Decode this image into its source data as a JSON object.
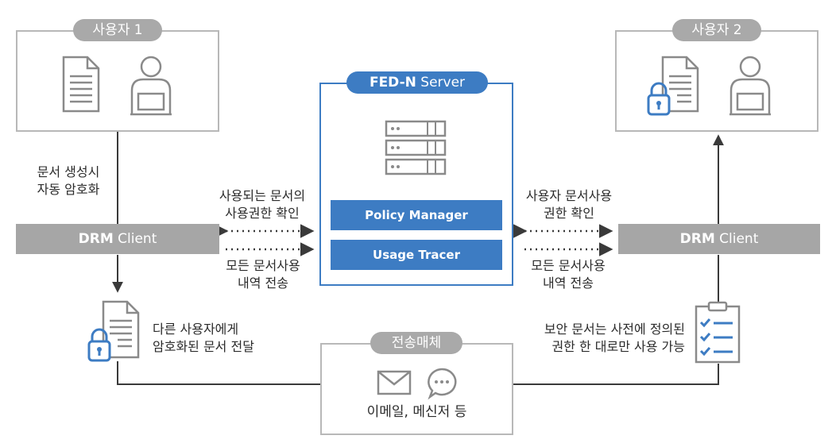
{
  "user1": {
    "label": "사용자 1"
  },
  "user2": {
    "label": "사용자 2"
  },
  "server": {
    "label_bold": "FED-N",
    "label_rest": " Server",
    "modules": [
      "Policy Manager",
      "Usage Tracer"
    ]
  },
  "drm_left": {
    "bold": "DRM",
    "rest": " Client"
  },
  "drm_right": {
    "bold": "DRM",
    "rest": " Client"
  },
  "medium": {
    "label": "전송매체",
    "caption": "이메일, 메신저 등"
  },
  "texts": {
    "auto_encrypt_1": "문서 생성시",
    "auto_encrypt_2": "자동 암호화",
    "left_top_1": "사용되는 문서의",
    "left_top_2": "사용권한 확인",
    "left_bottom_1": "모든 문서사용",
    "left_bottom_2": "내역 전송",
    "right_top_1": "사용자 문서사용",
    "right_top_2": "권한 확인",
    "right_bottom_1": "모든 문서사용",
    "right_bottom_2": "내역 전송",
    "deliver_1": "다른 사용자에게",
    "deliver_2": "암호화된 문서 전달",
    "secure_1": "보안 문서는 사전에 정의된",
    "secure_2": "권한 한 대로만 사용 가능"
  },
  "icons": [
    "document-icon",
    "user-icon",
    "locked-document-icon",
    "server-rack-icon",
    "envelope-icon",
    "chat-bubble-icon",
    "checklist-icon",
    "arrow-icon"
  ],
  "colors": {
    "accent": "#3d7cc3",
    "gray": "#a9a9a9",
    "line": "#3a3a3a"
  }
}
